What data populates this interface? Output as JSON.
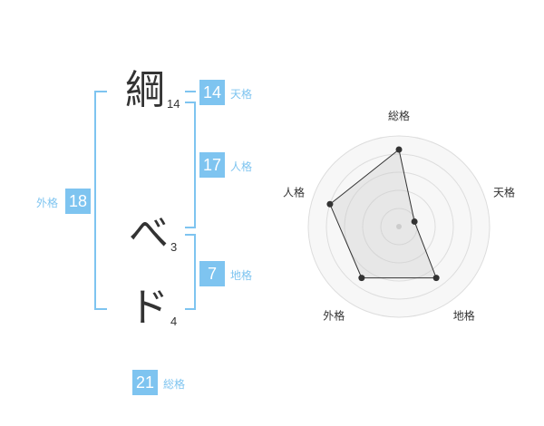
{
  "name_chars": [
    {
      "char": "綱",
      "strokes": "14"
    },
    {
      "char": "べ",
      "strokes": "3"
    },
    {
      "char": "ド",
      "strokes": "4"
    }
  ],
  "kakusu": {
    "tenkaku": {
      "value": "14",
      "label": "天格"
    },
    "jinkaku": {
      "value": "17",
      "label": "人格"
    },
    "chikaku": {
      "value": "7",
      "label": "地格"
    },
    "gaikaku": {
      "value": "18",
      "label": "外格"
    },
    "soukaku": {
      "value": "21",
      "label": "総格"
    }
  },
  "colors": {
    "accent": "#7ec4f0",
    "text": "#333333"
  },
  "chart_data": {
    "type": "radar",
    "axes": [
      "総格",
      "天格",
      "地格",
      "外格",
      "人格"
    ],
    "values": [
      0.85,
      0.18,
      0.7,
      0.7,
      0.8
    ],
    "rings": 5
  }
}
